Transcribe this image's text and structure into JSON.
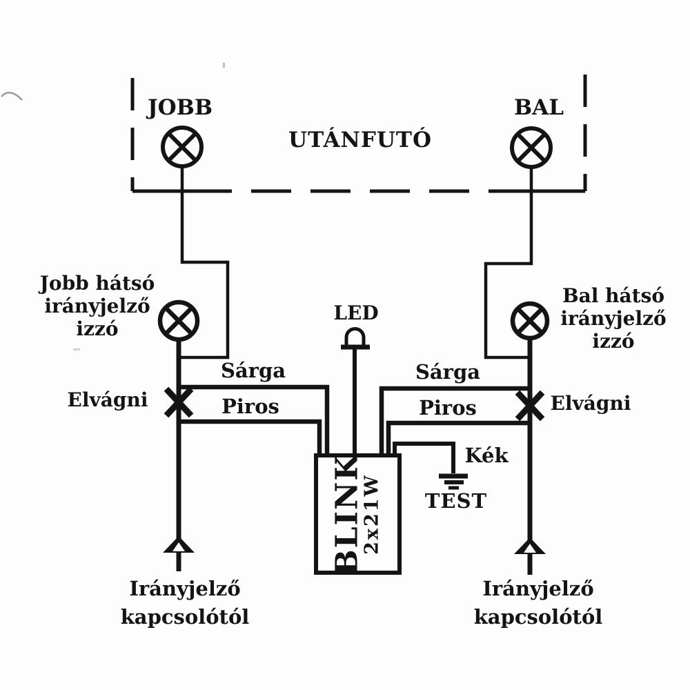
{
  "colors": {
    "ink": "#141414",
    "background": "#fdfdfd"
  },
  "trailer": {
    "label": "UTÁNFUTÓ",
    "lamp_left_label": "JOBB",
    "lamp_right_label": "BAL"
  },
  "rear_lamp_left": {
    "lines": [
      "Jobb hátsó",
      "irányjelző",
      "izzó"
    ]
  },
  "rear_lamp_right": {
    "lines": [
      "Bal hátsó",
      "irányjelző",
      "izzó"
    ]
  },
  "wires": {
    "yellow_left": "Sárga",
    "red_left": "Piros",
    "yellow_right": "Sárga",
    "red_right": "Piros",
    "blue": "Kék"
  },
  "cut_marks": {
    "left": "Elvágni",
    "right": "Elvágni"
  },
  "led": {
    "label": "LED"
  },
  "ground": {
    "label": "TEST"
  },
  "relay": {
    "name": "BLINK",
    "rating": "2x21W"
  },
  "source_left": {
    "lines": [
      "Irányjelző",
      "kapcsolótól"
    ]
  },
  "source_right": {
    "lines": [
      "Irányjelző",
      "kapcsolótól"
    ]
  }
}
